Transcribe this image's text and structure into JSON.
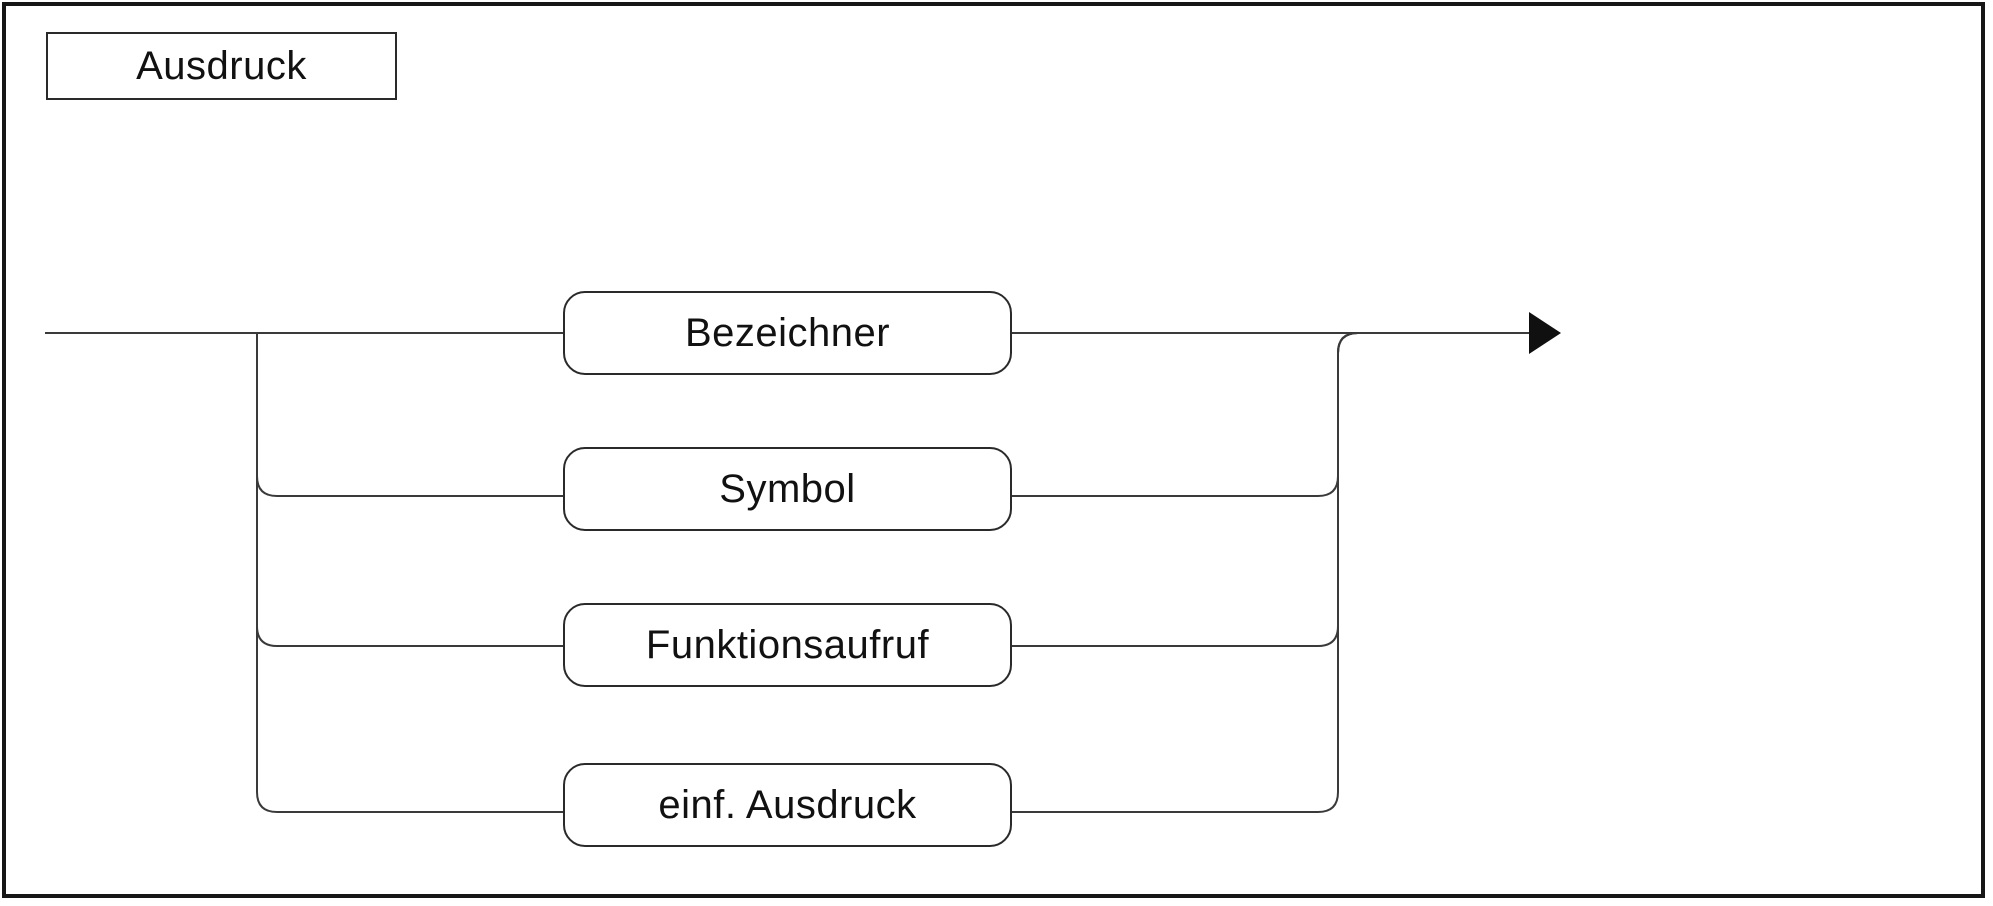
{
  "diagram": {
    "kind": "railroad-syntax-diagram",
    "title": "Ausdruck",
    "rule_name": "Ausdruck",
    "alternatives": [
      {
        "label": "Bezeichner"
      },
      {
        "label": "Symbol"
      },
      {
        "label": "Funktionsaufruf"
      },
      {
        "label": "einf. Ausdruck"
      }
    ],
    "colors": {
      "background": "#ffffff",
      "line": "#3a3a3a",
      "box_border": "#2a2a2a",
      "outer_border": "#161616",
      "text": "#111111",
      "arrow": "#101010"
    }
  }
}
